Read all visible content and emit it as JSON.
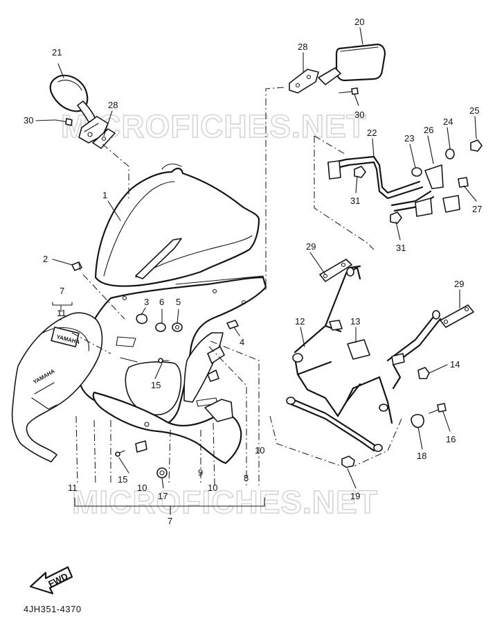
{
  "diagram": {
    "part_code": "4JH351-4370",
    "watermark_text": "MICROFICHES.NET",
    "fwd_label": "FWD",
    "brand_label": "YAMAHA",
    "ink_color": "#141414",
    "callouts": {
      "c1": "1",
      "c2": "2",
      "c3": "3",
      "c4": "4",
      "c5": "5",
      "c6": "6",
      "c7_top": "7",
      "c7_bottom": "7",
      "c8": "8",
      "c9": "9",
      "c10_a": "10",
      "c10_b": "10",
      "c10_c": "10",
      "c11_top": "11",
      "c11_bottom": "11",
      "c12": "12",
      "c13": "13",
      "c14": "14",
      "c15_a": "15",
      "c15_b": "15",
      "c16": "16",
      "c17": "17",
      "c18": "18",
      "c19": "19",
      "c20": "20",
      "c21": "21",
      "c22": "22",
      "c23": "23",
      "c24": "24",
      "c25": "25",
      "c26": "26",
      "c27": "27",
      "c28_a": "28",
      "c28_b": "28",
      "c29_a": "29",
      "c29_b": "29",
      "c30_a": "30",
      "c30_b": "30",
      "c31_a": "31",
      "c31_b": "31"
    }
  }
}
